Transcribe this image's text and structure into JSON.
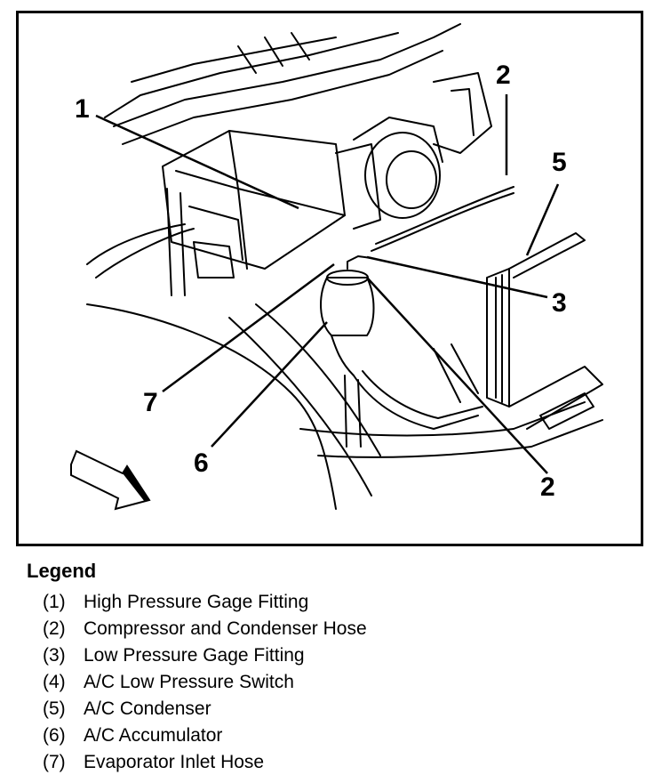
{
  "figure": {
    "callouts": [
      "1",
      "2",
      "5",
      "3",
      "7",
      "6",
      "2"
    ]
  },
  "legend": {
    "title": "Legend",
    "items": [
      {
        "num": "(1)",
        "label": "High Pressure Gage Fitting"
      },
      {
        "num": "(2)",
        "label": "Compressor and Condenser Hose"
      },
      {
        "num": "(3)",
        "label": "Low Pressure Gage Fitting"
      },
      {
        "num": "(4)",
        "label": "A/C Low Pressure Switch"
      },
      {
        "num": "(5)",
        "label": "A/C Condenser"
      },
      {
        "num": "(6)",
        "label": "A/C Accumulator"
      },
      {
        "num": "(7)",
        "label": "Evaporator Inlet Hose"
      }
    ]
  }
}
